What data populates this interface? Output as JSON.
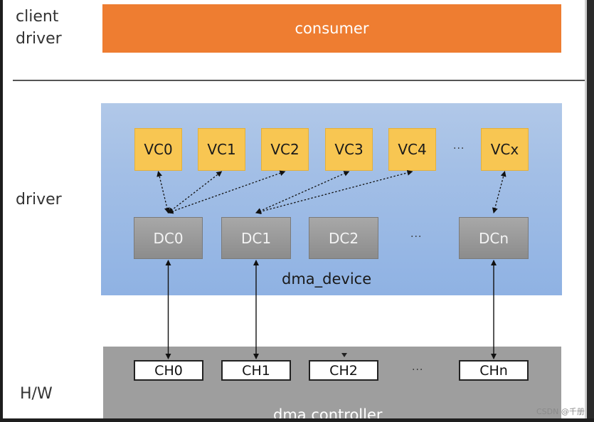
{
  "layers": {
    "client_label": "client driver",
    "consumer": "consumer",
    "driver_label": "driver",
    "hw_label": "H/W"
  },
  "virtual_channels": [
    "VC0",
    "VC1",
    "VC2",
    "VC3",
    "VC4",
    "VCx"
  ],
  "vc_ellipsis": "···",
  "dma_channels": [
    "DC0",
    "DC1",
    "DC2",
    "DCn"
  ],
  "dc_ellipsis": "···",
  "dma_device": "dma_device",
  "hw_channels": [
    "CH0",
    "CH1",
    "CH2",
    "CHn"
  ],
  "ch_ellipsis": "···",
  "dma_controller": "dma controller",
  "watermark": "CSDN @千册",
  "vc_to_dc_links": [
    {
      "vc": "VC0",
      "dc": "DC0"
    },
    {
      "vc": "VC1",
      "dc": "DC0"
    },
    {
      "vc": "VC2",
      "dc": "DC0"
    },
    {
      "vc": "VC3",
      "dc": "DC1"
    },
    {
      "vc": "VC4",
      "dc": "DC1"
    },
    {
      "vc": "VCx",
      "dc": "DCn"
    }
  ],
  "dc_to_ch_links": [
    {
      "dc": "DC0",
      "ch": "CH0"
    },
    {
      "dc": "DC1",
      "ch": "CH1"
    },
    {
      "dc": "DCn",
      "ch": "CHn"
    }
  ],
  "colors": {
    "consumer": "#ee7d31",
    "driver_panel": "#a3bfe6",
    "virtual_channel": "#f8c652",
    "dma_channel": "#999999",
    "hw_panel": "#9e9e9e"
  }
}
